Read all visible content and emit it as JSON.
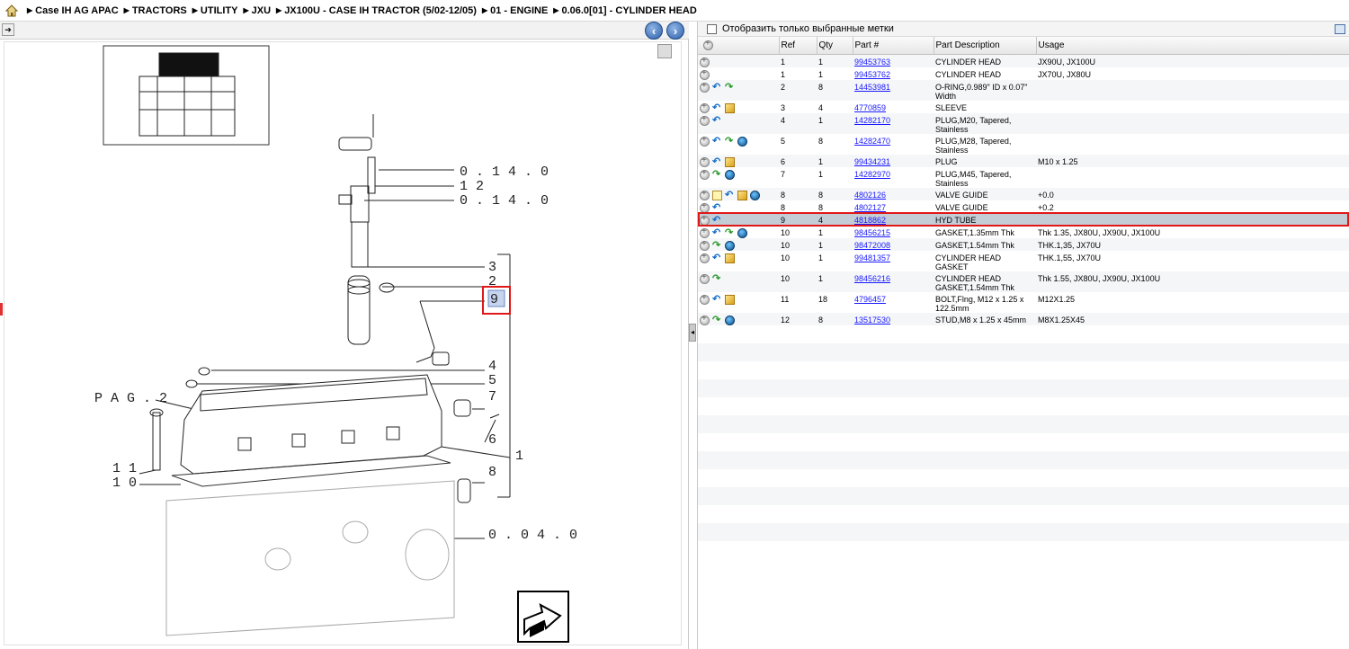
{
  "breadcrumb": [
    "Case IH AG APAC",
    "TRACTORS",
    "UTILITY",
    "JXU",
    "JX100U - CASE IH TRACTOR (5/02-12/05)",
    "01 - ENGINE",
    "0.06.0[01] - CYLINDER HEAD"
  ],
  "icons": {
    "home": "home-icon",
    "back": "back-arrow-icon",
    "forward": "forward-arrow-icon"
  },
  "drawing": {
    "callouts": {
      "c_0140_a": "0 . 1 4 . 0",
      "c_12": "1 2",
      "c_0140_b": "0 . 1 4 . 0",
      "c_3": "3",
      "c_2": "2",
      "c_9": "9",
      "c_4": "4",
      "c_5": "5",
      "c_7": "7",
      "c_6": "6",
      "c_1": "1",
      "c_8": "8",
      "c_pag2": "P A G . 2",
      "c_11": "1 1",
      "c_10": "1 0",
      "c_0040": "0 . 0 4 . 0"
    }
  },
  "filter_label": "Отобразить только выбранные метки",
  "columns": [
    "Ref",
    "Qty",
    "Part #",
    "Part Description",
    "Usage"
  ],
  "rows": [
    {
      "icons": [
        "plus"
      ],
      "ref": "1",
      "qty": "1",
      "part": "99453763",
      "desc": "CYLINDER HEAD",
      "usage": "JX90U, JX100U"
    },
    {
      "icons": [
        "plus"
      ],
      "ref": "1",
      "qty": "1",
      "part": "99453762",
      "desc": "CYLINDER HEAD",
      "usage": "JX70U, JX80U"
    },
    {
      "icons": [
        "plus",
        "back",
        "fwd"
      ],
      "ref": "2",
      "qty": "8",
      "part": "14453981",
      "desc": "O-RING,0.989\" ID x 0.07\" Width",
      "usage": ""
    },
    {
      "icons": [
        "plus",
        "back",
        "box"
      ],
      "ref": "3",
      "qty": "4",
      "part": "4770859",
      "desc": "SLEEVE",
      "usage": ""
    },
    {
      "icons": [
        "plus",
        "back"
      ],
      "ref": "4",
      "qty": "1",
      "part": "14282170",
      "desc": "PLUG,M20, Tapered, Stainless",
      "usage": ""
    },
    {
      "icons": [
        "plus",
        "back",
        "fwd",
        "globe"
      ],
      "ref": "5",
      "qty": "8",
      "part": "14282470",
      "desc": "PLUG,M28, Tapered, Stainless",
      "usage": ""
    },
    {
      "icons": [
        "plus",
        "back",
        "box"
      ],
      "ref": "6",
      "qty": "1",
      "part": "99434231",
      "desc": "PLUG",
      "usage": "M10 x 1.25"
    },
    {
      "icons": [
        "plus",
        "fwd",
        "globe"
      ],
      "ref": "7",
      "qty": "1",
      "part": "14282970",
      "desc": "PLUG,M45, Tapered, Stainless",
      "usage": ""
    },
    {
      "icons": [
        "plus",
        "note",
        "back",
        "box",
        "globe"
      ],
      "ref": "8",
      "qty": "8",
      "part": "4802126",
      "desc": "VALVE GUIDE",
      "usage": "+0.0"
    },
    {
      "icons": [
        "plus",
        "back"
      ],
      "ref": "8",
      "qty": "8",
      "part": "4802127",
      "desc": "VALVE GUIDE",
      "usage": "+0.2"
    },
    {
      "icons": [
        "plus",
        "back"
      ],
      "ref": "9",
      "qty": "4",
      "part": "4818862",
      "desc": "HYD TUBE",
      "usage": "",
      "selected": true
    },
    {
      "icons": [
        "plus",
        "back",
        "fwd",
        "globe"
      ],
      "ref": "10",
      "qty": "1",
      "part": "98456215",
      "desc": "GASKET,1.35mm Thk",
      "usage": "Thk 1.35, JX80U, JX90U, JX100U"
    },
    {
      "icons": [
        "plus",
        "fwd",
        "globe"
      ],
      "ref": "10",
      "qty": "1",
      "part": "98472008",
      "desc": "GASKET,1.54mm Thk",
      "usage": "THK.1,35, JX70U"
    },
    {
      "icons": [
        "plus",
        "back",
        "box"
      ],
      "ref": "10",
      "qty": "1",
      "part": "99481357",
      "desc": "CYLINDER HEAD GASKET",
      "usage": "THK.1,55, JX70U"
    },
    {
      "icons": [
        "plus",
        "fwd"
      ],
      "ref": "10",
      "qty": "1",
      "part": "98456216",
      "desc": "CYLINDER HEAD GASKET,1.54mm Thk",
      "usage": "Thk 1.55, JX80U, JX90U, JX100U"
    },
    {
      "icons": [
        "plus",
        "back",
        "box"
      ],
      "ref": "11",
      "qty": "18",
      "part": "4796457",
      "desc": "BOLT,Flng, M12 x 1.25 x 122.5mm",
      "usage": "M12X1.25"
    },
    {
      "icons": [
        "plus",
        "fwd",
        "globe"
      ],
      "ref": "12",
      "qty": "8",
      "part": "13517530",
      "desc": "STUD,M8 x 1.25 x 45mm",
      "usage": "M8X1.25X45"
    }
  ],
  "colors": {
    "selected_row": "#c4ccd6",
    "highlight_outline": "#e01818",
    "link": "#1a1aff"
  }
}
